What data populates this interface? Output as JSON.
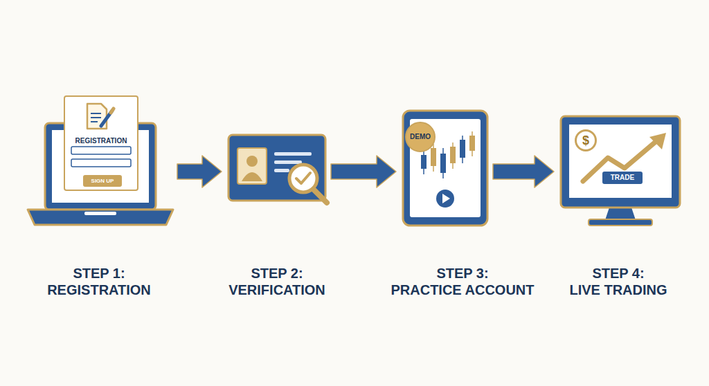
{
  "diagram": {
    "nodes": [
      {
        "text": [
          "STEP 1: REGISTRATION"
        ]
      },
      {
        "text": [
          "REGISTRATION"
        ],
        "in": 0
      },
      {
        "text": [
          "SIGN UP"
        ],
        "in": 1
      },
      {
        "text": [
          "STEP 2: VERIFICATION"
        ]
      },
      {
        "text": [
          "STEP 3: PRACTICE ACCOUNT"
        ]
      },
      {
        "text": [
          "DEMO"
        ],
        "in": 4
      },
      {
        "text": [
          "STEP 4: LIVE TRADING"
        ]
      },
      {
        "text": [
          "$"
        ],
        "in": 6
      },
      {
        "text": [
          "TRADE"
        ],
        "in": 6
      }
    ],
    "edges": [
      {
        "from": 0,
        "to": 3,
        "arrow": "to"
      },
      {
        "from": 3,
        "to": 4,
        "arrow": "to"
      },
      {
        "from": 4,
        "to": 6,
        "arrow": "to"
      }
    ]
  }
}
